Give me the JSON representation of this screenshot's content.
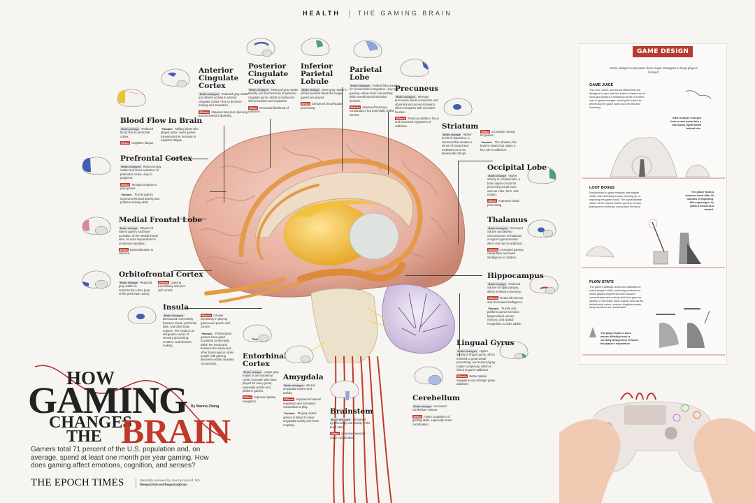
{
  "header": {
    "section": "HEALTH",
    "topic": "THE GAMING BRAIN"
  },
  "tags": {
    "brain_change": "Brain change",
    "brain_changes": "Brain changes",
    "effect": "Effect",
    "effects": "Effects",
    "factoid": "Factoid:"
  },
  "regions": {
    "anterior_cingulate": {
      "title": "Anterior Cingulate Cortex",
      "brain_change": "Reduced gray matter and altered activity in anterior cingulate cortex—key to decision-making and motivation.",
      "effect": "Impaired long-term planning and increased impulsivity."
    },
    "posterior_cingulate": {
      "title": "Posterior Cingulate Cortex",
      "brain_change": "Reduced gray matter density and synchronicity of posterior cingulate gyrus, which is involved in self-perception and regulation.",
      "effect": "Increased likelihood of addiction."
    },
    "inferior_parietal": {
      "title": "Inferior Parietal Lobule",
      "brain_change": "More gray matter in inferior parietal lobule the longer games are played.",
      "effect": "Enhanced visual-spatial processing."
    },
    "parietal_lobe": {
      "title": "Parietal Lobe",
      "brain_change": "Parietal lobe areas for sensorimotor integration—key to gaming—show more connectivity, while overall synchronization declines.",
      "effect": "Improved hand-eye coordination, but potentially dulled senses."
    },
    "precuneus": {
      "title": "Precuneus",
      "brain_change": "Stronger precuneus-insula connection and abnormal precuneus activation, which competes with executive function.",
      "effect": "Reduced ability to focus and increased symptoms of addiction."
    },
    "striatum": {
      "title": "Striatum",
      "brain_change": "Higher levels of dopamine, a chemical that creates a sense of reward and motivates us to do pleasurable things.",
      "effect": "Increased craving for games.",
      "factoid": "The striatum, the brain's reward hub, plays a key role in addiction."
    },
    "blood_flow": {
      "title": "Blood Flow in Brain",
      "brain_change": "Reduced blood flow to prefrontal cortex.",
      "effect": "Cognitive fatigue.",
      "factoid": "Military pilots who played action video games experienced an increase in cognitive fatigue."
    },
    "prefrontal": {
      "title": "Prefrontal Cortex",
      "brain_change": "Reduced gray matter and lower activation of prefrontal cortex—key to judgment.",
      "effect": "Stronger impulse to play games.",
      "factoid": "Puzzle games improve prefrontal activity and problem-solving skills."
    },
    "medial_frontal": {
      "title": "Medial Frontal Lobe",
      "brain_change": "Players of violent games had lower activation of the medial frontal lobe, an area responsible for emotional regulation.",
      "effect": "Desensitization to violence."
    },
    "orbitofrontal": {
      "title": "Orbitofrontal Cortex",
      "brain_change": "Reduced gray matter in orbitofrontal cortex (part of the prefrontal cortex).",
      "effect": "Gaming excessively and poor self-control."
    },
    "insula": {
      "title": "Insula",
      "brain_change": "Decreased connectivity between insula, prefrontal lobe, and other brain regions. The insula is an integration center of sensory processing, emotion, and decision-making.",
      "effect": "Greater impulsivity in playing games and poorer self-control.",
      "factoid": "Professional gamers have good functional connectivity within the insula and between the insula and other brain regions, while people with gaming disorders exhibit impaired connectivity."
    },
    "entorhinal": {
      "title": "Entorhinal Cortex",
      "brain_change": "Larger gray matter in the entorhinal cortex in people who have played for many years, especially puzzle and platform games.",
      "effect": "Improved spatial navigation."
    },
    "amygdala": {
      "title": "Amygdala",
      "brain_change": "Altered amygdala volume and activity.",
      "effect": "Impaired emotional regulation and increased compulsion to play.",
      "factoid": "Playing violent games is linked to lower amygdala activity and lower empathy."
    },
    "brainstem": {
      "title": "Brainstem",
      "brain_change": "Increased synchronicity and activity in the brain stem.",
      "effect": "Increased sensory-motor coordination."
    },
    "occipital": {
      "title": "Occipital Lobe",
      "brain_change": "Higher activity in occipital lobe, a brain region crucial for perceiving visual cues, such as color, form, and motion.",
      "effect": "Improved visual processing."
    },
    "thalamus": {
      "title": "Thalamus",
      "brain_change": "Increased volume and altered microstructure in thalamus, a region hyperactivated when one has an addiction.",
      "effect": "Increased gaming compulsion and lower intelligence in children."
    },
    "hippocampus": {
      "title": "Hippocampus",
      "brain_change": "Reduced volume of hippocampus, which is linked to memory.",
      "effect": "Reduced memory and decreased intelligence.",
      "factoid": "Puzzle and platform games increase hippocampal volume, memory, and spatial recognition in older adults."
    },
    "lingual_gyrus": {
      "title": "Lingual Gyrus",
      "brain_change": "Higher activity in lingual gyrus, which is linked to good visual processing, and reduced gray matter complexity, which is linked to game addiction.",
      "effect": "Better spatial navigation and stronger game addiction."
    },
    "cerebellum": {
      "title": "Cerebellum",
      "brain_change": "Increased cerebellum volume.",
      "effect": "Faster acquisition of gaming skills, especially motor coordination."
    }
  },
  "title_block": {
    "how": "HOW",
    "gaming": "GAMING",
    "changes": "CHANGES",
    "the": "THE",
    "brain": "BRAIN",
    "byline": "By Marina Zhang",
    "intro": "Gamers total 71 percent of the U.S. population and, on average, spend at least one month per year gaming. How does gaming affect emotions, cognition, and senses?",
    "brand": "THE EPOCH TIMES",
    "reviewed": "Medically reviewed by Jeremy Almond, MD",
    "url": "theepochtim.es/thegamingbrain"
  },
  "game_design": {
    "title": "GAME DESIGN",
    "subtitle": "Game design incorporates three major strategies to keep players hooked:",
    "sections": [
      {
        "heading": "GAME JUICE",
        "body": "The color, touch, and sound effects that are designed to sync with the brain's inherent set of rules give players a rewarding sense of control over in-game changes, tricking the brain into perceiving the game world as both real and charming."
      },
      {
        "heading": "LOOT BOXES",
        "body": "Randomized in-game rewards that players obtain after defeating a boss, leveling up, or exploring the game world. The unpredictable nature of the reward entices gamers to keep playing and reinforces compulsive behavior."
      },
      {
        "heading": "FLOW STATE",
        "body": "The game's difficulty levels are calibrated to match players' skills, achieving a balance in which players experience both focused concentration and ecstasy that time goes by quickly. In this state, brain regions such as the orbitofrontal cortex, anterior cingulate cortex, and precuneus are deactivated."
      }
    ],
    "captions": [
      "After a player emerges from a save portal into a new world, lights beam behind him.",
      "The player finds a treasure chest after 10 minutes of exploring. After opening it, he gains a sword as a reward.",
      "The player fights a boss whose difficulty level is carefully designed to enhance the player's experience."
    ]
  },
  "colors": {
    "accent_red": "#c0392b",
    "background": "#f7f5f1",
    "brain_pink": "#e8b3a3",
    "limbic_orange": "#e39a4a",
    "thalamus_yellow": "#f0c23e",
    "highlight_blue": "#3f5fb0",
    "highlight_teal": "#4f9a88"
  }
}
